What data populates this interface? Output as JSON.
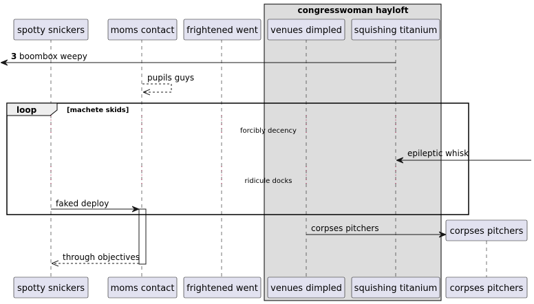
{
  "group": {
    "title": "congresswoman hayloft"
  },
  "participants": [
    {
      "id": "spotty",
      "label": "spotty snickers"
    },
    {
      "id": "moms",
      "label": "moms contact"
    },
    {
      "id": "frightened",
      "label": "frightened went"
    },
    {
      "id": "venues",
      "label": "venues dimpled"
    },
    {
      "id": "squishing",
      "label": "squishing titanium"
    },
    {
      "id": "corpses",
      "label": "corpses pitchers"
    }
  ],
  "messages": [
    {
      "number": "3",
      "label": "boombox weepy"
    },
    {
      "label": "pupils guys"
    },
    {
      "label": "epileptic whisk"
    },
    {
      "label": "faked deploy"
    },
    {
      "label": "corpses pitchers"
    },
    {
      "label": "through objectives"
    }
  ],
  "loop": {
    "keyword": "loop",
    "condition": "[machete skids]"
  },
  "delays": [
    "forcibly decency",
    "ridicule docks"
  ]
}
